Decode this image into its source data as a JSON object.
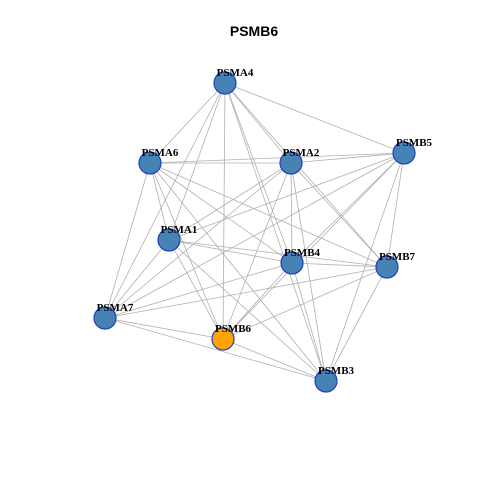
{
  "network": {
    "title": "PSMB6",
    "colors": {
      "node_fill": "#4682B4",
      "node_border": "#1f3fbf",
      "highlight_fill": "#FFA500",
      "edge": "#b0b0b0"
    },
    "nodes": [
      {
        "id": "PSMA4",
        "label": "PSMA4",
        "highlight": false
      },
      {
        "id": "PSMB5",
        "label": "PSMB5",
        "highlight": false
      },
      {
        "id": "PSMA6",
        "label": "PSMA6",
        "highlight": false
      },
      {
        "id": "PSMA2",
        "label": "PSMA2",
        "highlight": false
      },
      {
        "id": "PSMA1",
        "label": "PSMA1",
        "highlight": false
      },
      {
        "id": "PSMB4",
        "label": "PSMB4",
        "highlight": false
      },
      {
        "id": "PSMB7",
        "label": "PSMB7",
        "highlight": false
      },
      {
        "id": "PSMA7",
        "label": "PSMA7",
        "highlight": false
      },
      {
        "id": "PSMB6",
        "label": "PSMB6",
        "highlight": true
      },
      {
        "id": "PSMB3",
        "label": "PSMB3",
        "highlight": false
      }
    ],
    "edges": [
      [
        "PSMA4",
        "PSMB5"
      ],
      [
        "PSMA4",
        "PSMA6"
      ],
      [
        "PSMA4",
        "PSMA2"
      ],
      [
        "PSMA4",
        "PSMA1"
      ],
      [
        "PSMA4",
        "PSMB4"
      ],
      [
        "PSMA4",
        "PSMB7"
      ],
      [
        "PSMA4",
        "PSMA7"
      ],
      [
        "PSMA4",
        "PSMB6"
      ],
      [
        "PSMA4",
        "PSMB3"
      ],
      [
        "PSMB5",
        "PSMA6"
      ],
      [
        "PSMB5",
        "PSMA2"
      ],
      [
        "PSMB5",
        "PSMA1"
      ],
      [
        "PSMB5",
        "PSMB4"
      ],
      [
        "PSMB5",
        "PSMB7"
      ],
      [
        "PSMB5",
        "PSMA7"
      ],
      [
        "PSMB5",
        "PSMB6"
      ],
      [
        "PSMB5",
        "PSMB3"
      ],
      [
        "PSMA6",
        "PSMA2"
      ],
      [
        "PSMA6",
        "PSMA1"
      ],
      [
        "PSMA6",
        "PSMB4"
      ],
      [
        "PSMA6",
        "PSMB7"
      ],
      [
        "PSMA6",
        "PSMA7"
      ],
      [
        "PSMA6",
        "PSMB6"
      ],
      [
        "PSMA6",
        "PSMB3"
      ],
      [
        "PSMA2",
        "PSMA1"
      ],
      [
        "PSMA2",
        "PSMB4"
      ],
      [
        "PSMA2",
        "PSMB7"
      ],
      [
        "PSMA2",
        "PSMA7"
      ],
      [
        "PSMA2",
        "PSMB6"
      ],
      [
        "PSMA2",
        "PSMB3"
      ],
      [
        "PSMA1",
        "PSMB4"
      ],
      [
        "PSMA1",
        "PSMB7"
      ],
      [
        "PSMA1",
        "PSMA7"
      ],
      [
        "PSMA1",
        "PSMB6"
      ],
      [
        "PSMA1",
        "PSMB3"
      ],
      [
        "PSMB4",
        "PSMB7"
      ],
      [
        "PSMB4",
        "PSMA7"
      ],
      [
        "PSMB4",
        "PSMB6"
      ],
      [
        "PSMB4",
        "PSMB3"
      ],
      [
        "PSMB7",
        "PSMA7"
      ],
      [
        "PSMB7",
        "PSMB6"
      ],
      [
        "PSMB7",
        "PSMB3"
      ],
      [
        "PSMA7",
        "PSMB6"
      ],
      [
        "PSMA7",
        "PSMB3"
      ],
      [
        "PSMB6",
        "PSMB3"
      ]
    ]
  }
}
